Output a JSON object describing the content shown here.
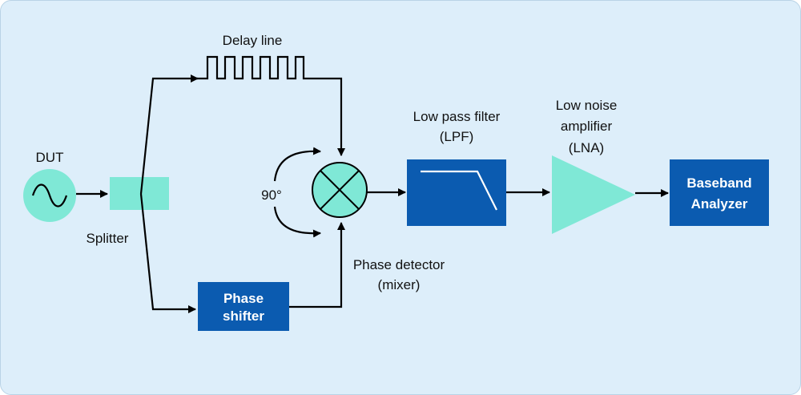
{
  "labels": {
    "dut": "DUT",
    "splitter": "Splitter",
    "delay_line": "Delay line",
    "phase_angle": "90°",
    "phase_detector_line1": "Phase detector",
    "phase_detector_line2": "(mixer)",
    "lpf_line1": "Low pass filter",
    "lpf_line2": "(LPF)",
    "lna_line1": "Low noise",
    "lna_line2": "amplifier",
    "lna_line3": "(LNA)",
    "phase_shifter_line1": "Phase",
    "phase_shifter_line2": "shifter",
    "baseband_line1": "Baseband",
    "baseband_line2": "Analyzer"
  },
  "colors": {
    "background": "#ddeefa",
    "block_blue": "#0b5bb0",
    "aqua": "#7fe8d6",
    "wire": "#000000"
  },
  "icons": {
    "dut": "sine-wave-icon",
    "mixer": "mixer-x-icon",
    "lpf": "lowpass-response-icon",
    "lna": "amplifier-triangle-icon"
  }
}
